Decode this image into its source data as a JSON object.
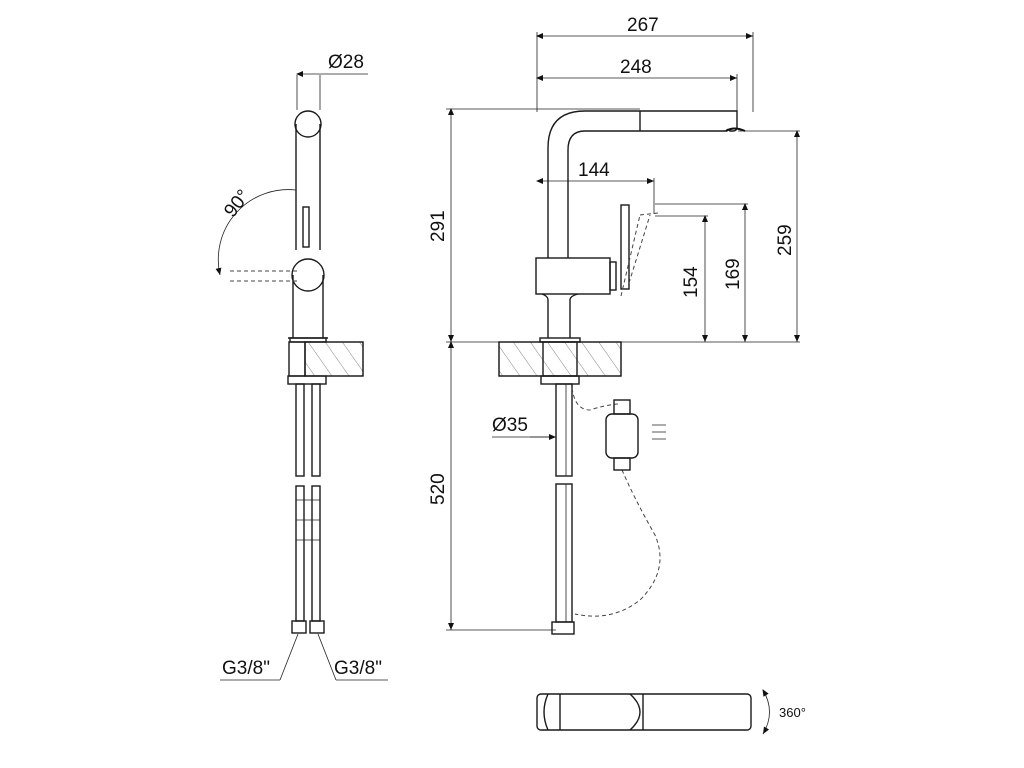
{
  "dimensions": {
    "side_diameter": "Ø28",
    "swivel_angle": "90°",
    "width_total": "267",
    "spout_reach": "248",
    "lever_offset": "144",
    "height_total": "291",
    "height_outlet": "259",
    "height_lever_top": "169",
    "height_lever": "154",
    "shank_diameter": "Ø35",
    "hose_length": "520",
    "connection_left": "G3/8\"",
    "connection_right": "G3/8\"",
    "rotation": "360°"
  }
}
